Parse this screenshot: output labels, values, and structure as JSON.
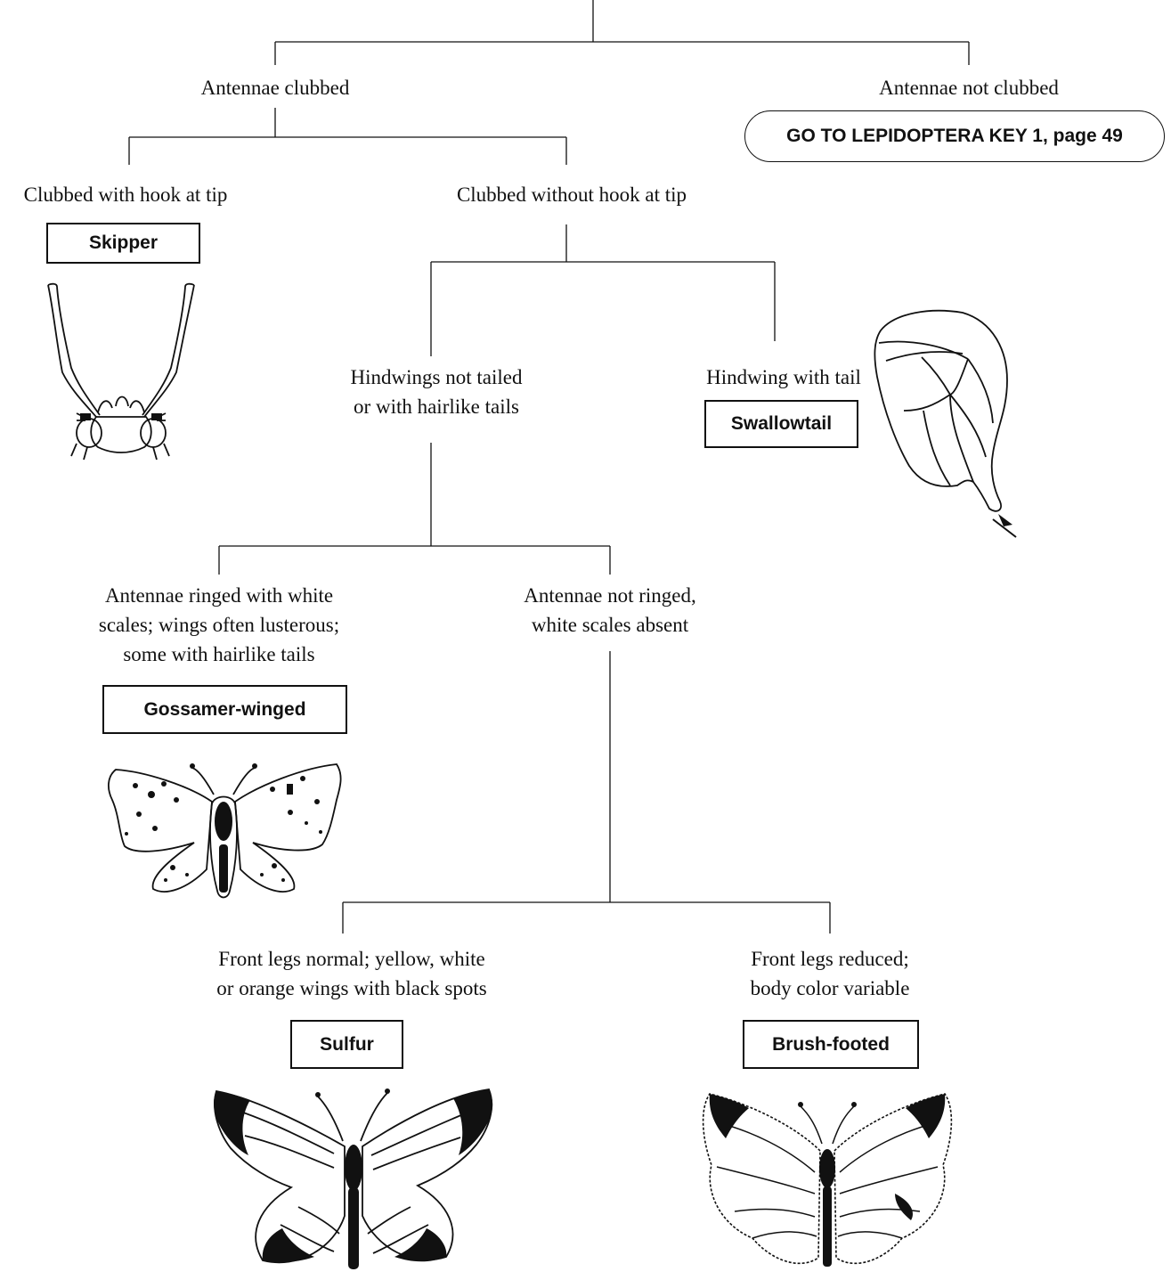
{
  "nodes": {
    "antennae_clubbed": "Antennae clubbed",
    "antennae_not_clubbed": "Antennae not clubbed",
    "goto_key": "GO TO LEPIDOPTERA KEY 1, page 49",
    "hook_at_tip": "Clubbed with hook at tip",
    "without_hook": "Clubbed without hook at tip",
    "not_tailed_1": "Hindwings not tailed",
    "not_tailed_2": "or with hairlike tails",
    "with_tail": "Hindwing with tail",
    "ringed_1": "Antennae ringed with white",
    "ringed_2": "scales; wings often lusterous;",
    "ringed_3": "some with hairlike tails",
    "not_ringed_1": "Antennae not ringed,",
    "not_ringed_2": "white scales absent",
    "legs_normal_1": "Front legs normal; yellow, white",
    "legs_normal_2": "or orange wings with black spots",
    "legs_reduced_1": "Front legs reduced;",
    "legs_reduced_2": "body color variable"
  },
  "results": {
    "skipper": "Skipper",
    "swallowtail": "Swallowtail",
    "gossamer": "Gossamer-winged",
    "sulfur": "Sulfur",
    "brush": "Brush-footed"
  },
  "illustrations": [
    "skipper-antennae-icon",
    "swallowtail-hindwing-icon",
    "gossamer-butterfly-icon",
    "sulfur-butterfly-icon",
    "brush-footed-butterfly-icon"
  ]
}
